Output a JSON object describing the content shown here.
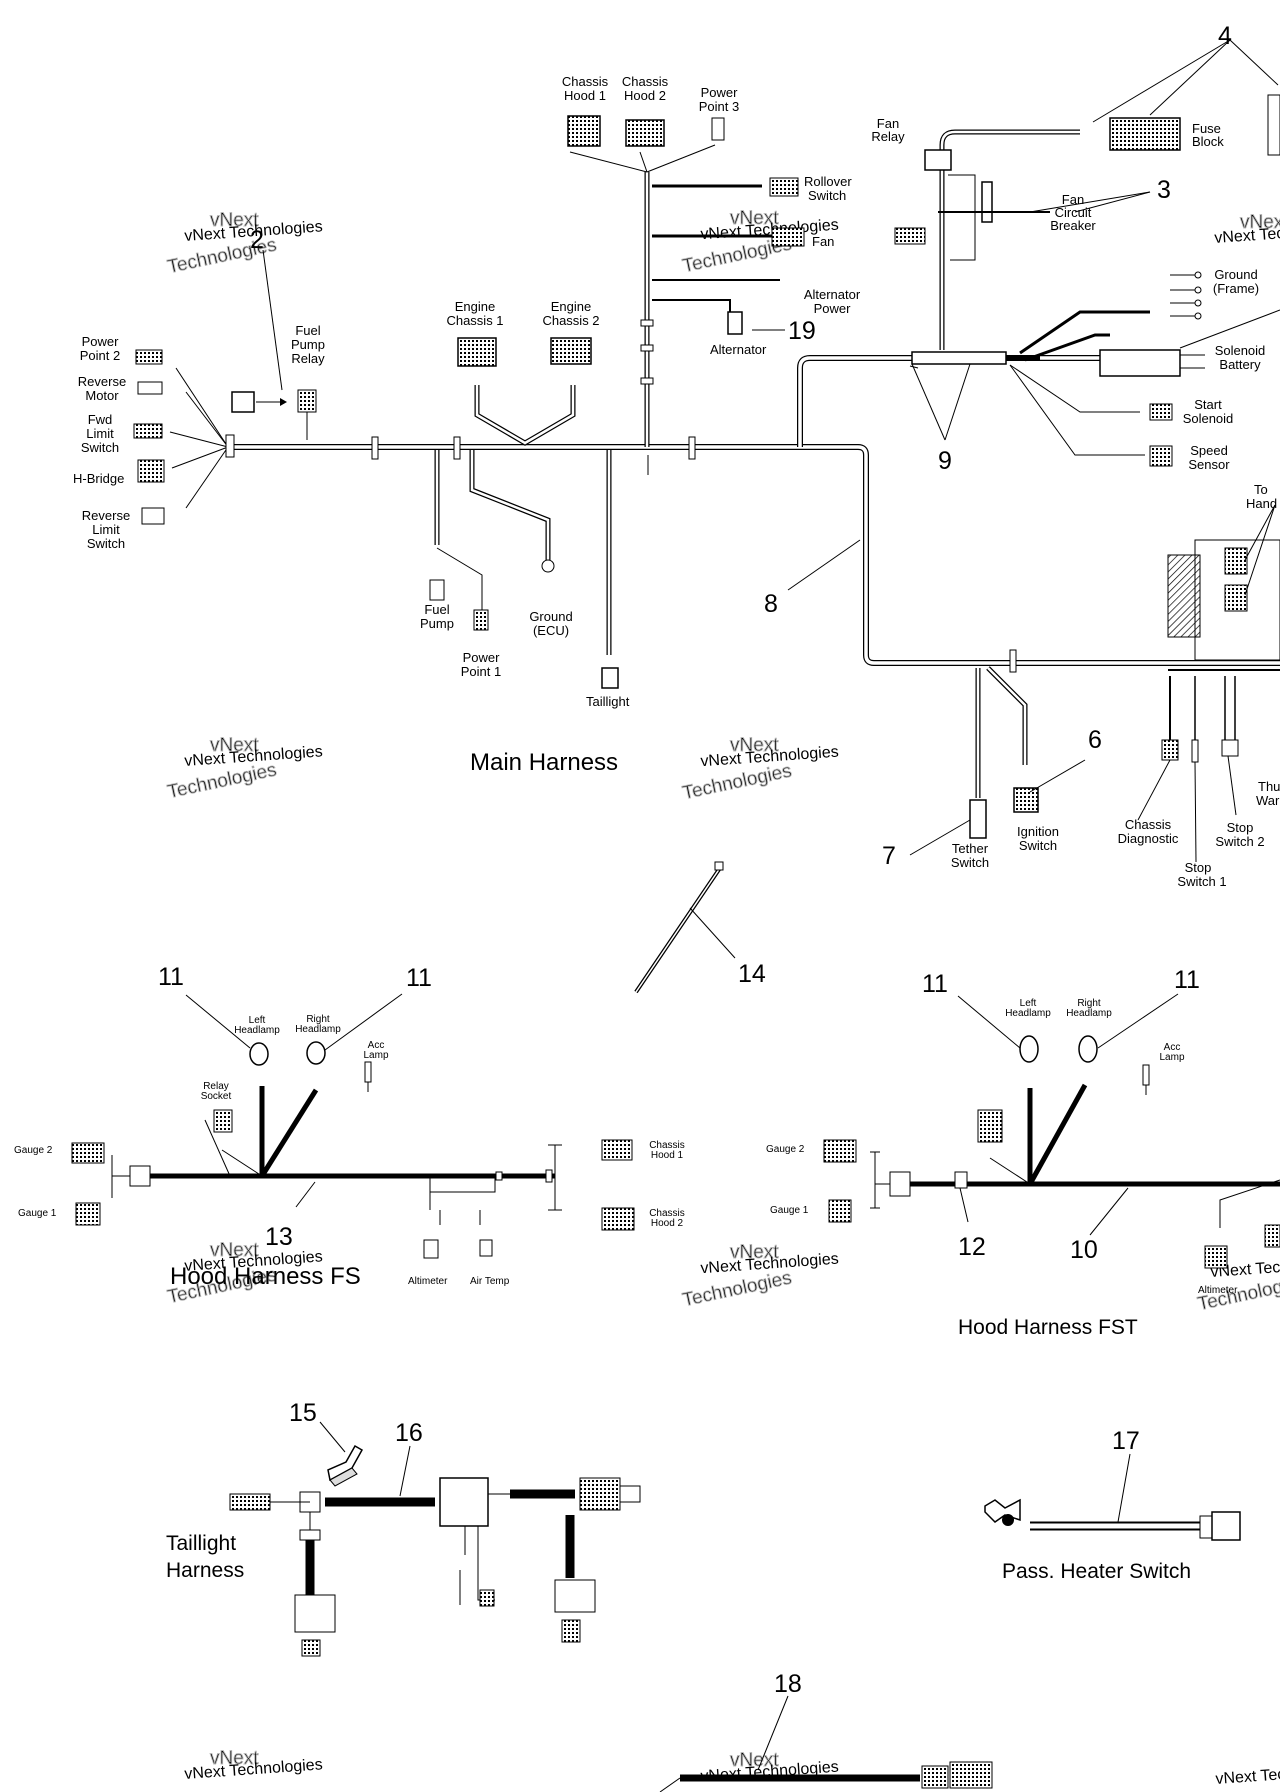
{
  "watermark": {
    "line1": "vNext",
    "line2": "vNext Technologies",
    "line3": "Technologies"
  },
  "main": {
    "title": "Main Harness",
    "chassis_hood1": [
      "Chassis",
      "Hood 1"
    ],
    "chassis_hood2": [
      "Chassis",
      "Hood 2"
    ],
    "power_point3": [
      "Power",
      "Point 3"
    ],
    "rollover": [
      "Rollover",
      "Switch"
    ],
    "fan": "Fan",
    "alternator_power": [
      "Alternator",
      "Power"
    ],
    "alternator": "Alternator",
    "engine_chassis1": [
      "Engine",
      "Chassis 1"
    ],
    "engine_chassis2": [
      "Engine",
      "Chassis 2"
    ],
    "fuel_pump_relay": [
      "Fuel",
      "Pump",
      "Relay"
    ],
    "power_point2": [
      "Power",
      "Point 2"
    ],
    "reverse_motor": [
      "Reverse",
      "Motor"
    ],
    "fwd_limit": [
      "Fwd",
      "Limit",
      "Switch"
    ],
    "h_bridge": "H-Bridge",
    "reverse_limit": [
      "Reverse",
      "Limit",
      "Switch"
    ],
    "fuel_pump": [
      "Fuel",
      "Pump"
    ],
    "power_point1": [
      "Power",
      "Point 1"
    ],
    "ground_ecu": [
      "Ground",
      "(ECU)"
    ],
    "taillight": "Taillight",
    "fan_relay": [
      "Fan",
      "Relay"
    ],
    "fuse_block": [
      "Fuse",
      "Block"
    ],
    "fan_breaker": [
      "Fan",
      "Circuit",
      "Breaker"
    ],
    "ground_frame": [
      "Ground",
      "(Frame)"
    ],
    "solenoid_battery": [
      "Solenoid",
      "Battery"
    ],
    "start_solenoid": [
      "Start",
      "Solenoid"
    ],
    "speed_sensor": [
      "Speed",
      "Sensor"
    ],
    "to_hand": [
      "To",
      "Hand"
    ],
    "tether": [
      "Tether",
      "Switch"
    ],
    "ignition": [
      "Ignition",
      "Switch"
    ],
    "chassis_diag": [
      "Chassis",
      "Diagnostic"
    ],
    "stop2": [
      "Stop",
      "Switch 2"
    ],
    "stop1": [
      "Stop",
      "Switch 1"
    ],
    "thumb": [
      "Thu",
      "War"
    ]
  },
  "hood_fs": {
    "title": "Hood Harness FS",
    "left_headlamp": [
      "Left",
      "Headlamp"
    ],
    "right_headlamp": [
      "Right",
      "Headlamp"
    ],
    "acc_lamp": [
      "Acc",
      "Lamp"
    ],
    "relay_socket": [
      "Relay",
      "Socket"
    ],
    "gauge2": "Gauge 2",
    "gauge1": "Gauge 1",
    "chassis_hood1": [
      "Chassis",
      "Hood 1"
    ],
    "chassis_hood2": [
      "Chassis",
      "Hood 2"
    ],
    "altimeter": "Altimeter",
    "air_temp": "Air Temp"
  },
  "hood_fst": {
    "title": "Hood Harness FST",
    "left_headlamp": [
      "Left",
      "Headlamp"
    ],
    "right_headlamp": [
      "Right",
      "Headlamp"
    ],
    "acc_lamp": [
      "Acc",
      "Lamp"
    ],
    "gauge2": "Gauge 2",
    "gauge1": "Gauge 1",
    "altimeter": "Altimeter"
  },
  "taillight_harness": {
    "title": [
      "Taillight",
      "Harness"
    ]
  },
  "pass_heater": {
    "title": "Pass. Heater Switch"
  },
  "callouts": {
    "n2": "2",
    "n3": "3",
    "n4": "4",
    "n6": "6",
    "n7": "7",
    "n8": "8",
    "n9": "9",
    "n10": "10",
    "n11": "11",
    "n12": "12",
    "n13": "13",
    "n14": "14",
    "n15": "15",
    "n16": "16",
    "n17": "17",
    "n18": "18",
    "n19": "19"
  }
}
